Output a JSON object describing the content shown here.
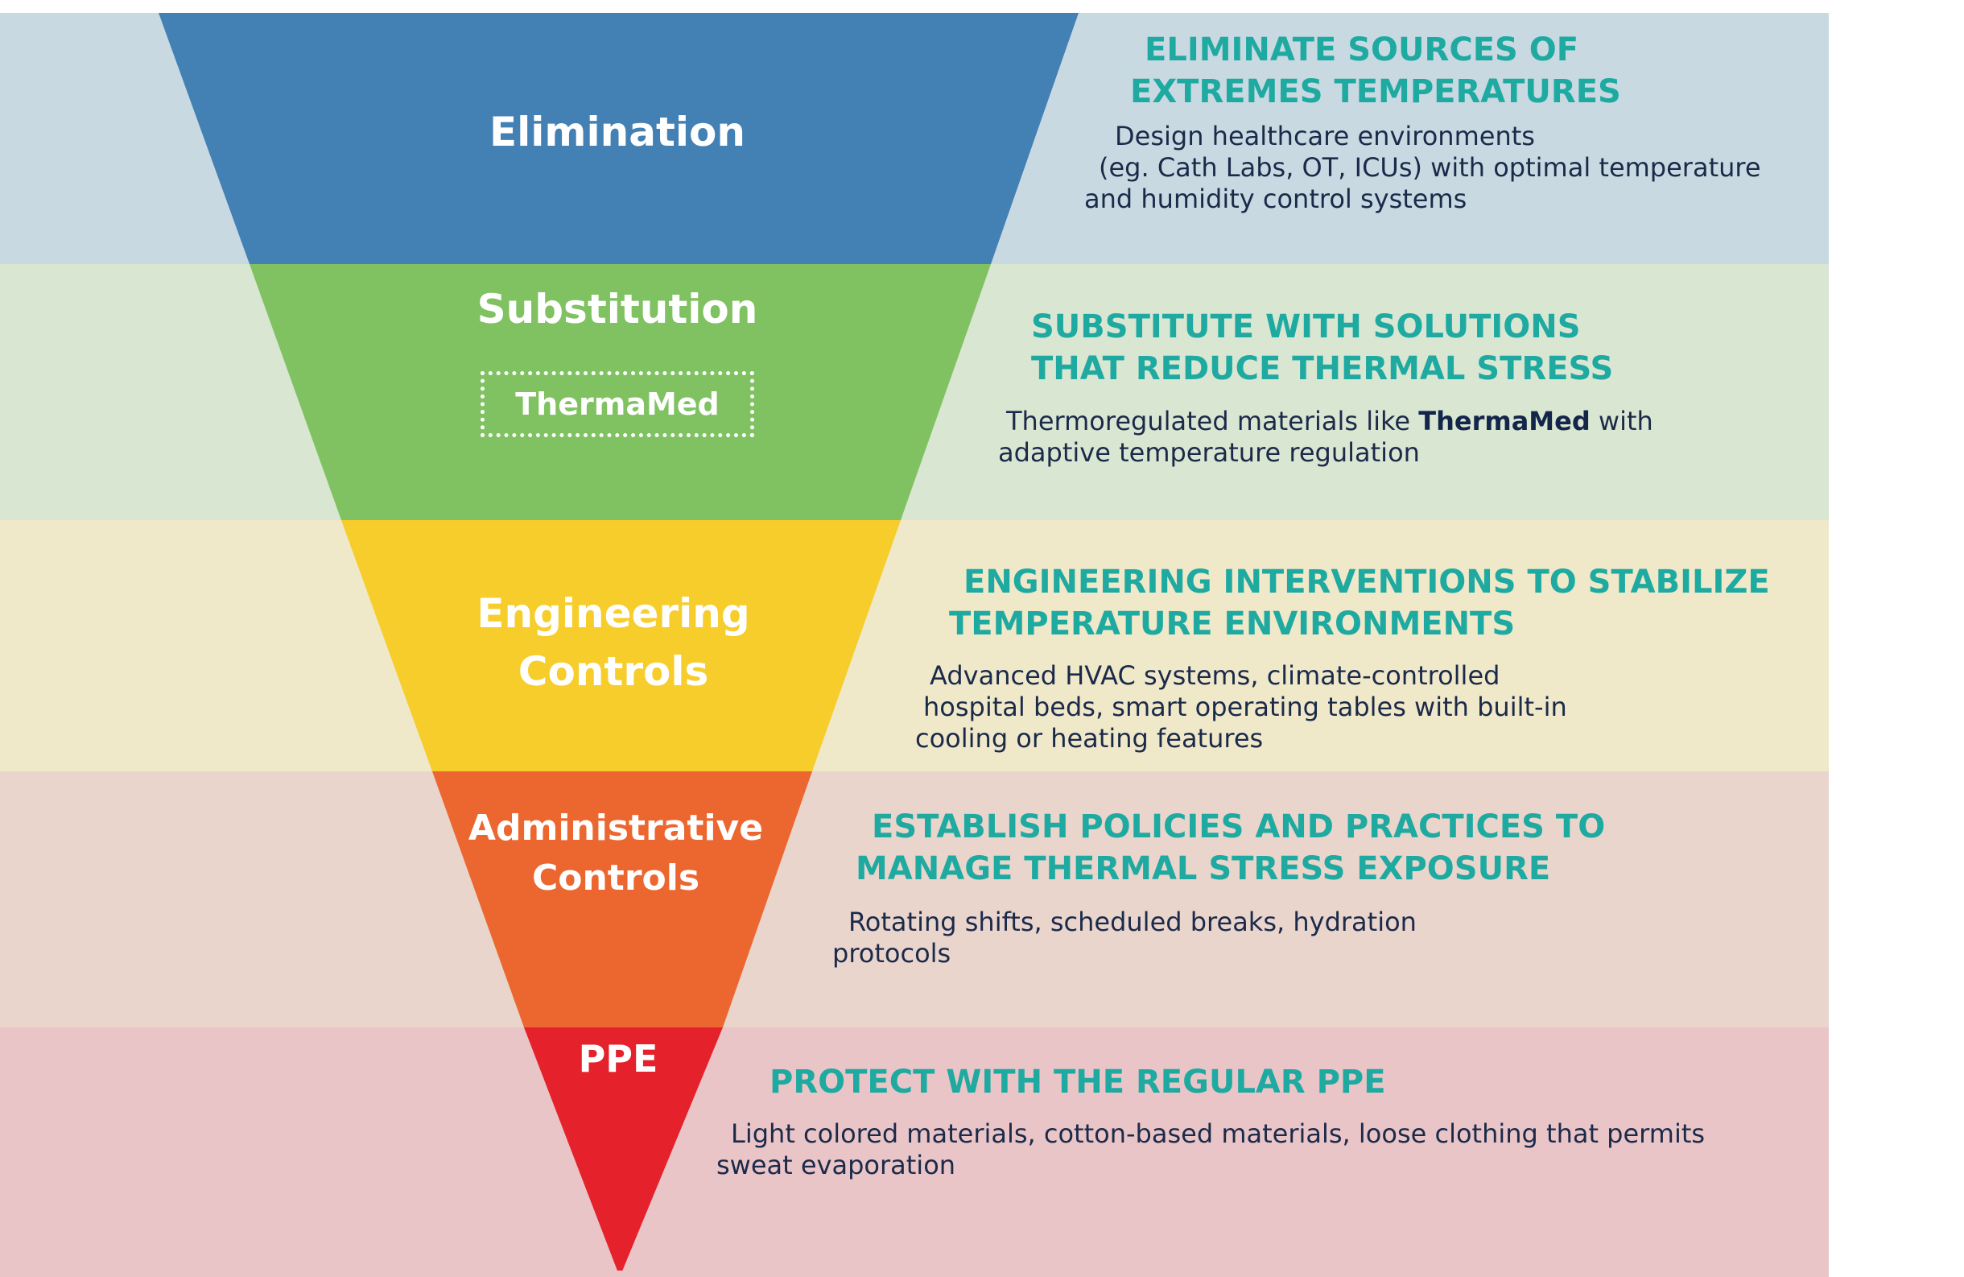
{
  "colors": {
    "elimination": "#4380b4",
    "substitution": "#80c262",
    "engineering": "#f6cd2b",
    "administrative": "#ec6730",
    "ppe": "#e5222c",
    "elimination_bg": "#c9d9e2",
    "substitution_bg": "#d9e6d2",
    "engineering_bg": "#efe8c9",
    "administrative_bg": "#e9d5cc",
    "ppe_bg": "#e9c5c7",
    "title_teal": "#1faaa1",
    "body_navy": "#1c2a4a"
  },
  "tiers": [
    {
      "label": "Elimination",
      "title_lines": [
        "ELIMINATE SOURCES OF",
        "EXTREMES TEMPERATURES"
      ],
      "body_lines": [
        "Design healthcare environments",
        "(eg. Cath Labs, OT, ICUs) with optimal temperature",
        "and humidity control systems"
      ]
    },
    {
      "label": "Substitution",
      "badge": "ThermaMed",
      "title_lines": [
        "SUBSTITUTE WITH SOLUTIONS",
        "THAT REDUCE THERMAL STRESS"
      ],
      "body_line1_pre": "Thermoregulated materials like ",
      "body_line1_bold": "ThermaMed",
      "body_line1_post": " with",
      "body_line2": "adaptive temperature regulation"
    },
    {
      "label_lines": [
        "Engineering",
        "Controls"
      ],
      "title_lines": [
        "ENGINEERING INTERVENTIONS TO STABILIZE",
        "TEMPERATURE ENVIRONMENTS"
      ],
      "body_lines": [
        "Advanced HVAC systems, climate-controlled",
        "hospital beds, smart operating tables with built-in",
        "cooling or heating features"
      ]
    },
    {
      "label_lines": [
        "Administrative",
        "Controls"
      ],
      "title_lines": [
        "ESTABLISH POLICIES AND PRACTICES TO",
        "MANAGE THERMAL STRESS EXPOSURE"
      ],
      "body_lines": [
        "Rotating shifts, scheduled breaks, hydration",
        "protocols"
      ]
    },
    {
      "label": "PPE",
      "title_lines": [
        "PROTECT WITH THE REGULAR PPE"
      ],
      "body_lines": [
        "Light colored materials, cotton-based materials, loose clothing that permits",
        "sweat evaporation"
      ]
    }
  ]
}
